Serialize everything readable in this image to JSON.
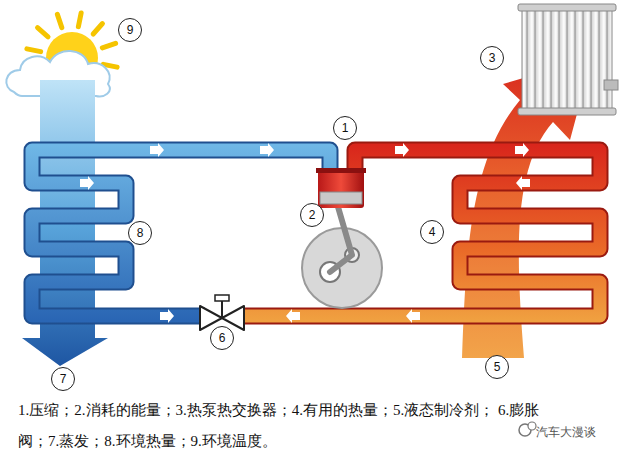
{
  "diagram": {
    "caption": "1.压缩；2.消耗的能量；3.热泵热交换器；4.有用的热量；5.液态制冷剂； 6.膨胀阀；7.蒸发；8.环境热量；9.环境温度。",
    "nodes": [
      {
        "text": [
          "9"
        ]
      },
      {
        "text": [
          "3"
        ]
      },
      {
        "text": [
          "1"
        ]
      },
      {
        "text": [
          "2"
        ]
      },
      {
        "text": [
          "8"
        ]
      },
      {
        "text": [
          "4"
        ]
      },
      {
        "text": [
          "6"
        ]
      },
      {
        "text": [
          "5"
        ]
      },
      {
        "text": [
          "7"
        ]
      }
    ],
    "labels": [
      "汽车大漫谈"
    ]
  }
}
